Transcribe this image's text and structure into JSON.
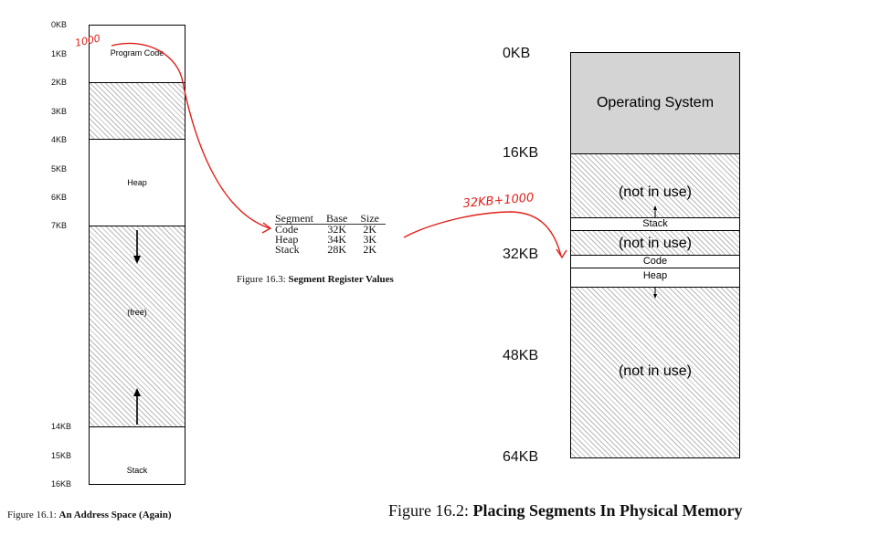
{
  "address_space": {
    "labels": [
      "0KB",
      "1KB",
      "2KB",
      "3KB",
      "4KB",
      "5KB",
      "6KB",
      "7KB",
      "14KB",
      "15KB",
      "16KB"
    ],
    "segments": {
      "program_code": "Program Code",
      "heap": "Heap",
      "free": "(free)",
      "stack": "Stack"
    },
    "caption_prefix": "Figure 16.1: ",
    "caption_bold": "An Address Space (Again)"
  },
  "segment_registers": {
    "headers": [
      "Segment",
      "Base",
      "Size"
    ],
    "rows": [
      [
        "Code",
        "32K",
        "2K"
      ],
      [
        "Heap",
        "34K",
        "3K"
      ],
      [
        "Stack",
        "28K",
        "2K"
      ]
    ],
    "caption_prefix": "Figure 16.3: ",
    "caption_bold": "Segment Register Values"
  },
  "physical_memory": {
    "labels": [
      "0KB",
      "16KB",
      "32KB",
      "48KB",
      "64KB"
    ],
    "segments": {
      "operating_system": "Operating System",
      "not_in_use_1": "(not in use)",
      "stack": "Stack",
      "not_in_use_2": "(not in use)",
      "code": "Code",
      "heap": "Heap",
      "not_in_use_3": "(not in use)"
    },
    "caption_prefix": "Figure 16.2: ",
    "caption_bold": "Placing Segments In Physical Memory"
  },
  "annotations": {
    "offset_note": "1000",
    "physical_address_note": "32KB+1000"
  },
  "colors": {
    "annotation": "#e0201a",
    "os_fill": "#d4d4d4"
  }
}
